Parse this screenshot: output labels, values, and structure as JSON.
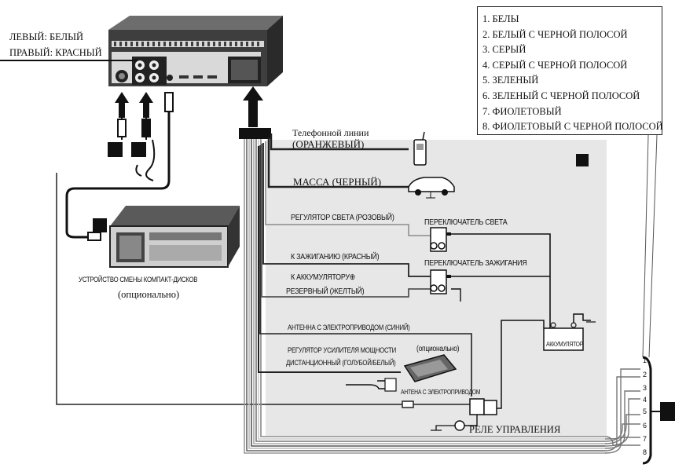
{
  "head_unit": {
    "left_label": "ЛЕВЫЙ: БЕЛЫЙ",
    "right_label": "ПРАВЫЙ: КРАСНЫЙ"
  },
  "legend": {
    "items": [
      "1. БЕЛЫ",
      "2. БЕЛЫЙ С ЧЕРНОЙ ПОЛОСОЙ",
      "3. СЕРЫЙ",
      "4. СЕРЫЙ С ЧЕРНОЙ ПОЛОСОЙ",
      "5. ЗЕЛЕНЫЙ",
      "6. ЗЕЛЕНЫЙ С ЧЕРНОЙ ПОЛОСОЙ",
      "7. ФИОЛЕТОВЫЙ",
      "8. ФИОЛЕТОВЫЙ С ЧЕРНОЙ ПОЛОСОЙ"
    ]
  },
  "cd_changer": {
    "label": "УСТРОЙСТВО СМЕНЫ КОМПАКТ-ДИСКОВ",
    "optional": "(опционально)"
  },
  "wires": {
    "phone_line": "Телефонной линии",
    "phone_color": "(ОРАНЖЕВЫЙ)",
    "ground": "МАССА (ЧЕРНЫЙ)",
    "light_regulator": "РЕГУЛЯТОР СВЕТА (РОЗОВЫЙ)",
    "light_switch": "ПЕРЕКЛЮЧАТЕЛЬ СВЕТА",
    "ignition": "К ЗАЖИГАНИЮ (КРАСНЫЙ)",
    "ignition_switch": "ПЕРЕКЛЮЧАТЕЛЬ ЗАЖИГАНИЯ",
    "battery_to": "К АККУМУЛЯТОРУ⊕",
    "backup": "РЕЗЕРВНЫЙ (ЖЕЛТЫЙ)",
    "antenna": "АНТЕННА С ЭЛЕКТРОПРИВОДОМ (СИНИЙ)",
    "amp_regulator": "РЕГУЛЯТОР УСИЛИТЕЛЯ МОЩНОСТИ",
    "amp_remote": "ДИСТАНЦИОННЫЙ (ГОЛУБОЙ/БЕЛЫЙ)",
    "amp_optional": "(опционально)",
    "power_antenna": "АНТЕНА С ЭЛЕКТРОПРИВОДОМ",
    "battery": "АККУМУЛЯТОР",
    "relay": "РЕЛЕ УПРАВЛЕНИЯ"
  },
  "connector_numbers": [
    "1",
    "2",
    "3",
    "4",
    "5",
    "6",
    "7",
    "8"
  ]
}
